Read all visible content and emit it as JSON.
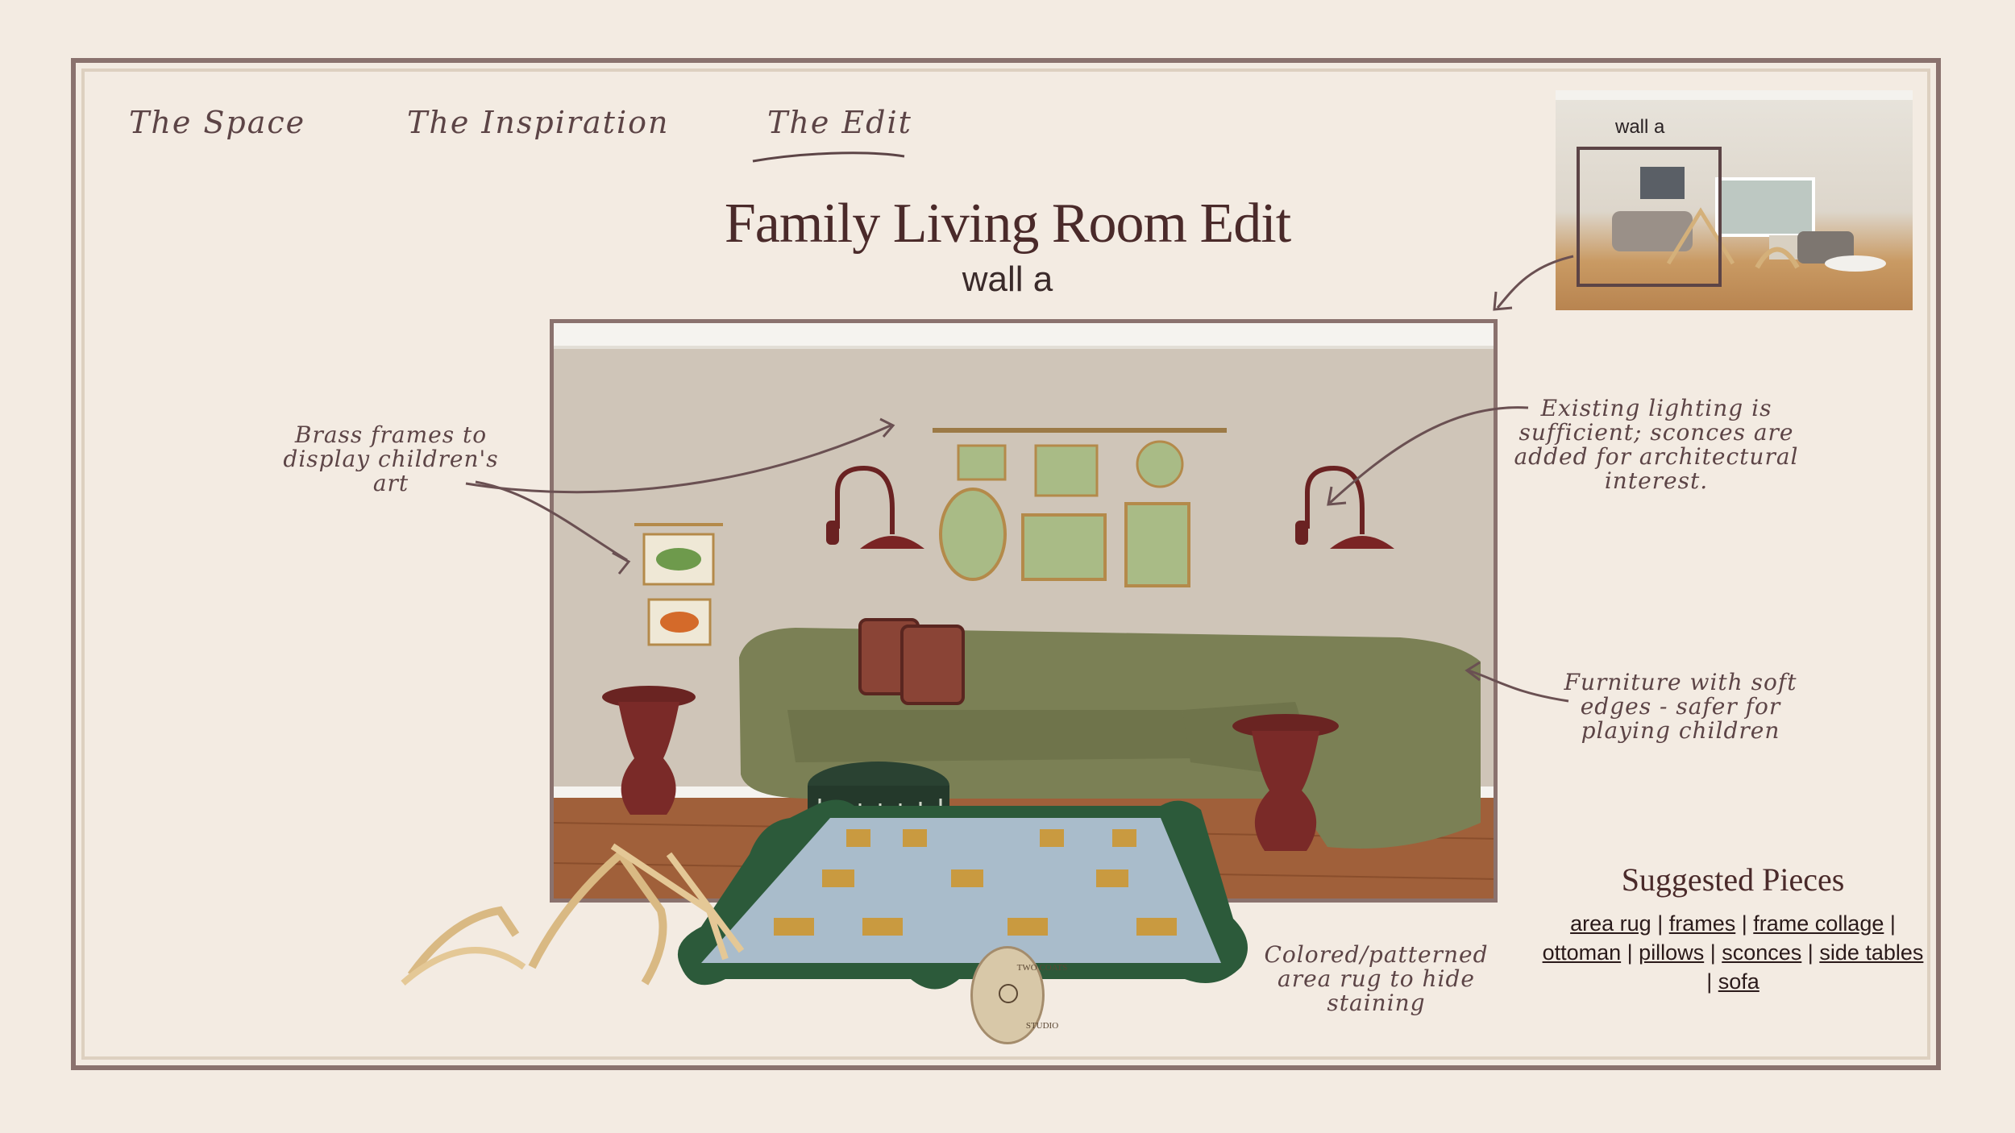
{
  "nav": [
    {
      "label": "The Space"
    },
    {
      "label": "The Inspiration"
    },
    {
      "label": "The Edit",
      "active": true
    }
  ],
  "title": "Family Living Room Edit",
  "subtitle": "wall a",
  "photo_label": "wall a",
  "annotations": {
    "frames": "Brass frames to display children's art",
    "lighting": "Existing lighting is sufficient; sconces are added for architectural interest.",
    "furniture": "Furniture with soft edges - safer for playing children",
    "rug": "Colored/patterned area rug to hide staining"
  },
  "suggested": {
    "title": "Suggested Pieces",
    "items": [
      "area rug",
      "frames",
      "frame collage",
      "ottoman",
      "pillows",
      "sconces",
      "side tables",
      "sofa"
    ]
  },
  "logo": {
    "top": "TWO COATS",
    "bottom": "STUDIO"
  },
  "colors": {
    "border": "#8a726e",
    "title": "#4a2a2a",
    "sofa": "#7b8055",
    "side_table": "#7a2a28",
    "pillow": "#8a4436",
    "wall": "#cfc5b8",
    "floor": "#a0603a"
  }
}
